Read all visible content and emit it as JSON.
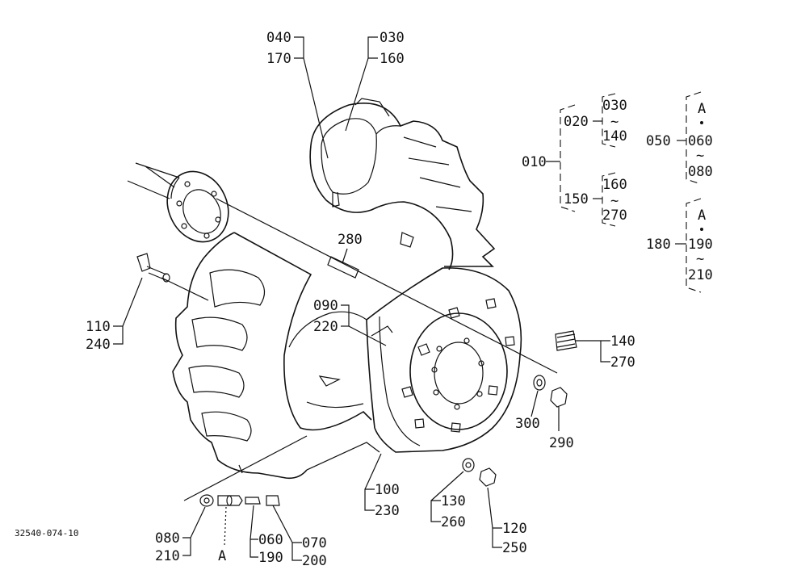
{
  "figure_code": "32540-074-10",
  "callouts": {
    "p040": "040",
    "p170": "170",
    "p030": "030",
    "p160": "160",
    "p280": "280",
    "p090": "090",
    "p220": "220",
    "p110": "110",
    "p240": "240",
    "p140": "140",
    "p270": "270",
    "p300": "300",
    "p290": "290",
    "p100": "100",
    "p230": "230",
    "p130": "130",
    "p260": "260",
    "p120": "120",
    "p250": "250",
    "p080": "080",
    "p210": "210",
    "pA": "A",
    "p060": "060",
    "p190": "190",
    "p070": "070",
    "p200": "200"
  },
  "legend": {
    "g010": {
      "root": "010",
      "a": {
        "head": "020",
        "from": "030",
        "tilde": "~",
        "to": "140"
      },
      "b": {
        "head": "150",
        "from": "160",
        "tilde": "~",
        "to": "270"
      }
    },
    "g050": {
      "root": "050",
      "top": "A",
      "from": "060",
      "tilde": "~",
      "to": "080"
    },
    "g180": {
      "root": "180",
      "top": "A",
      "from": "190",
      "tilde": "~",
      "to": "210"
    }
  }
}
